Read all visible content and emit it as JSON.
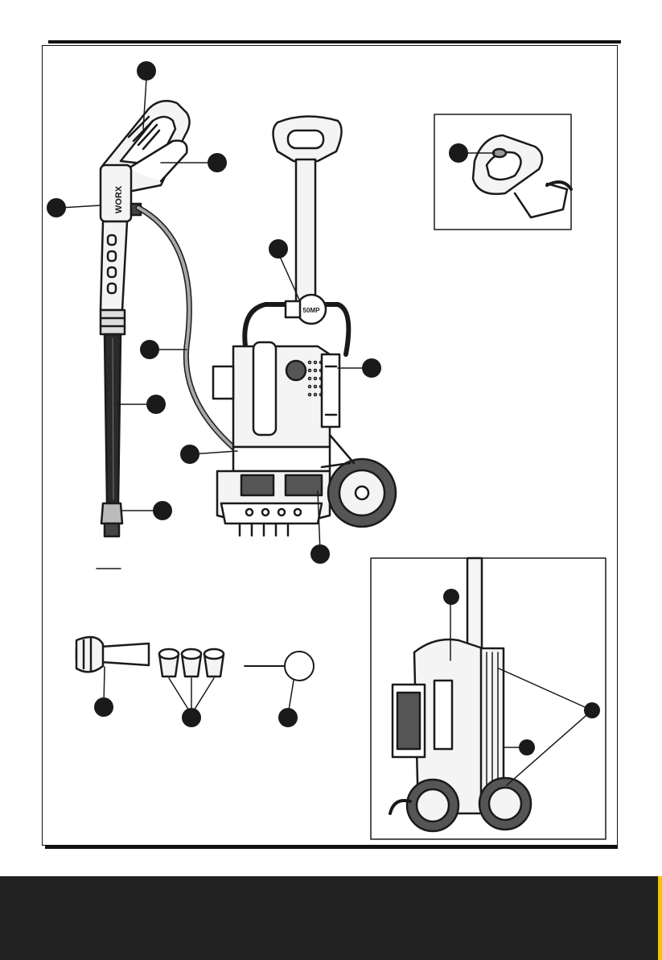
{
  "colors": {
    "ink": "#1a1a1a",
    "gray_fill": "#9a9a9a",
    "light_fill": "#f4f4f4",
    "footer": "#222222",
    "accent": "#f5c400"
  },
  "labels": {
    "gun_brand": "WORX",
    "gauge_text": "50MP"
  },
  "callouts": {
    "count": 17
  }
}
